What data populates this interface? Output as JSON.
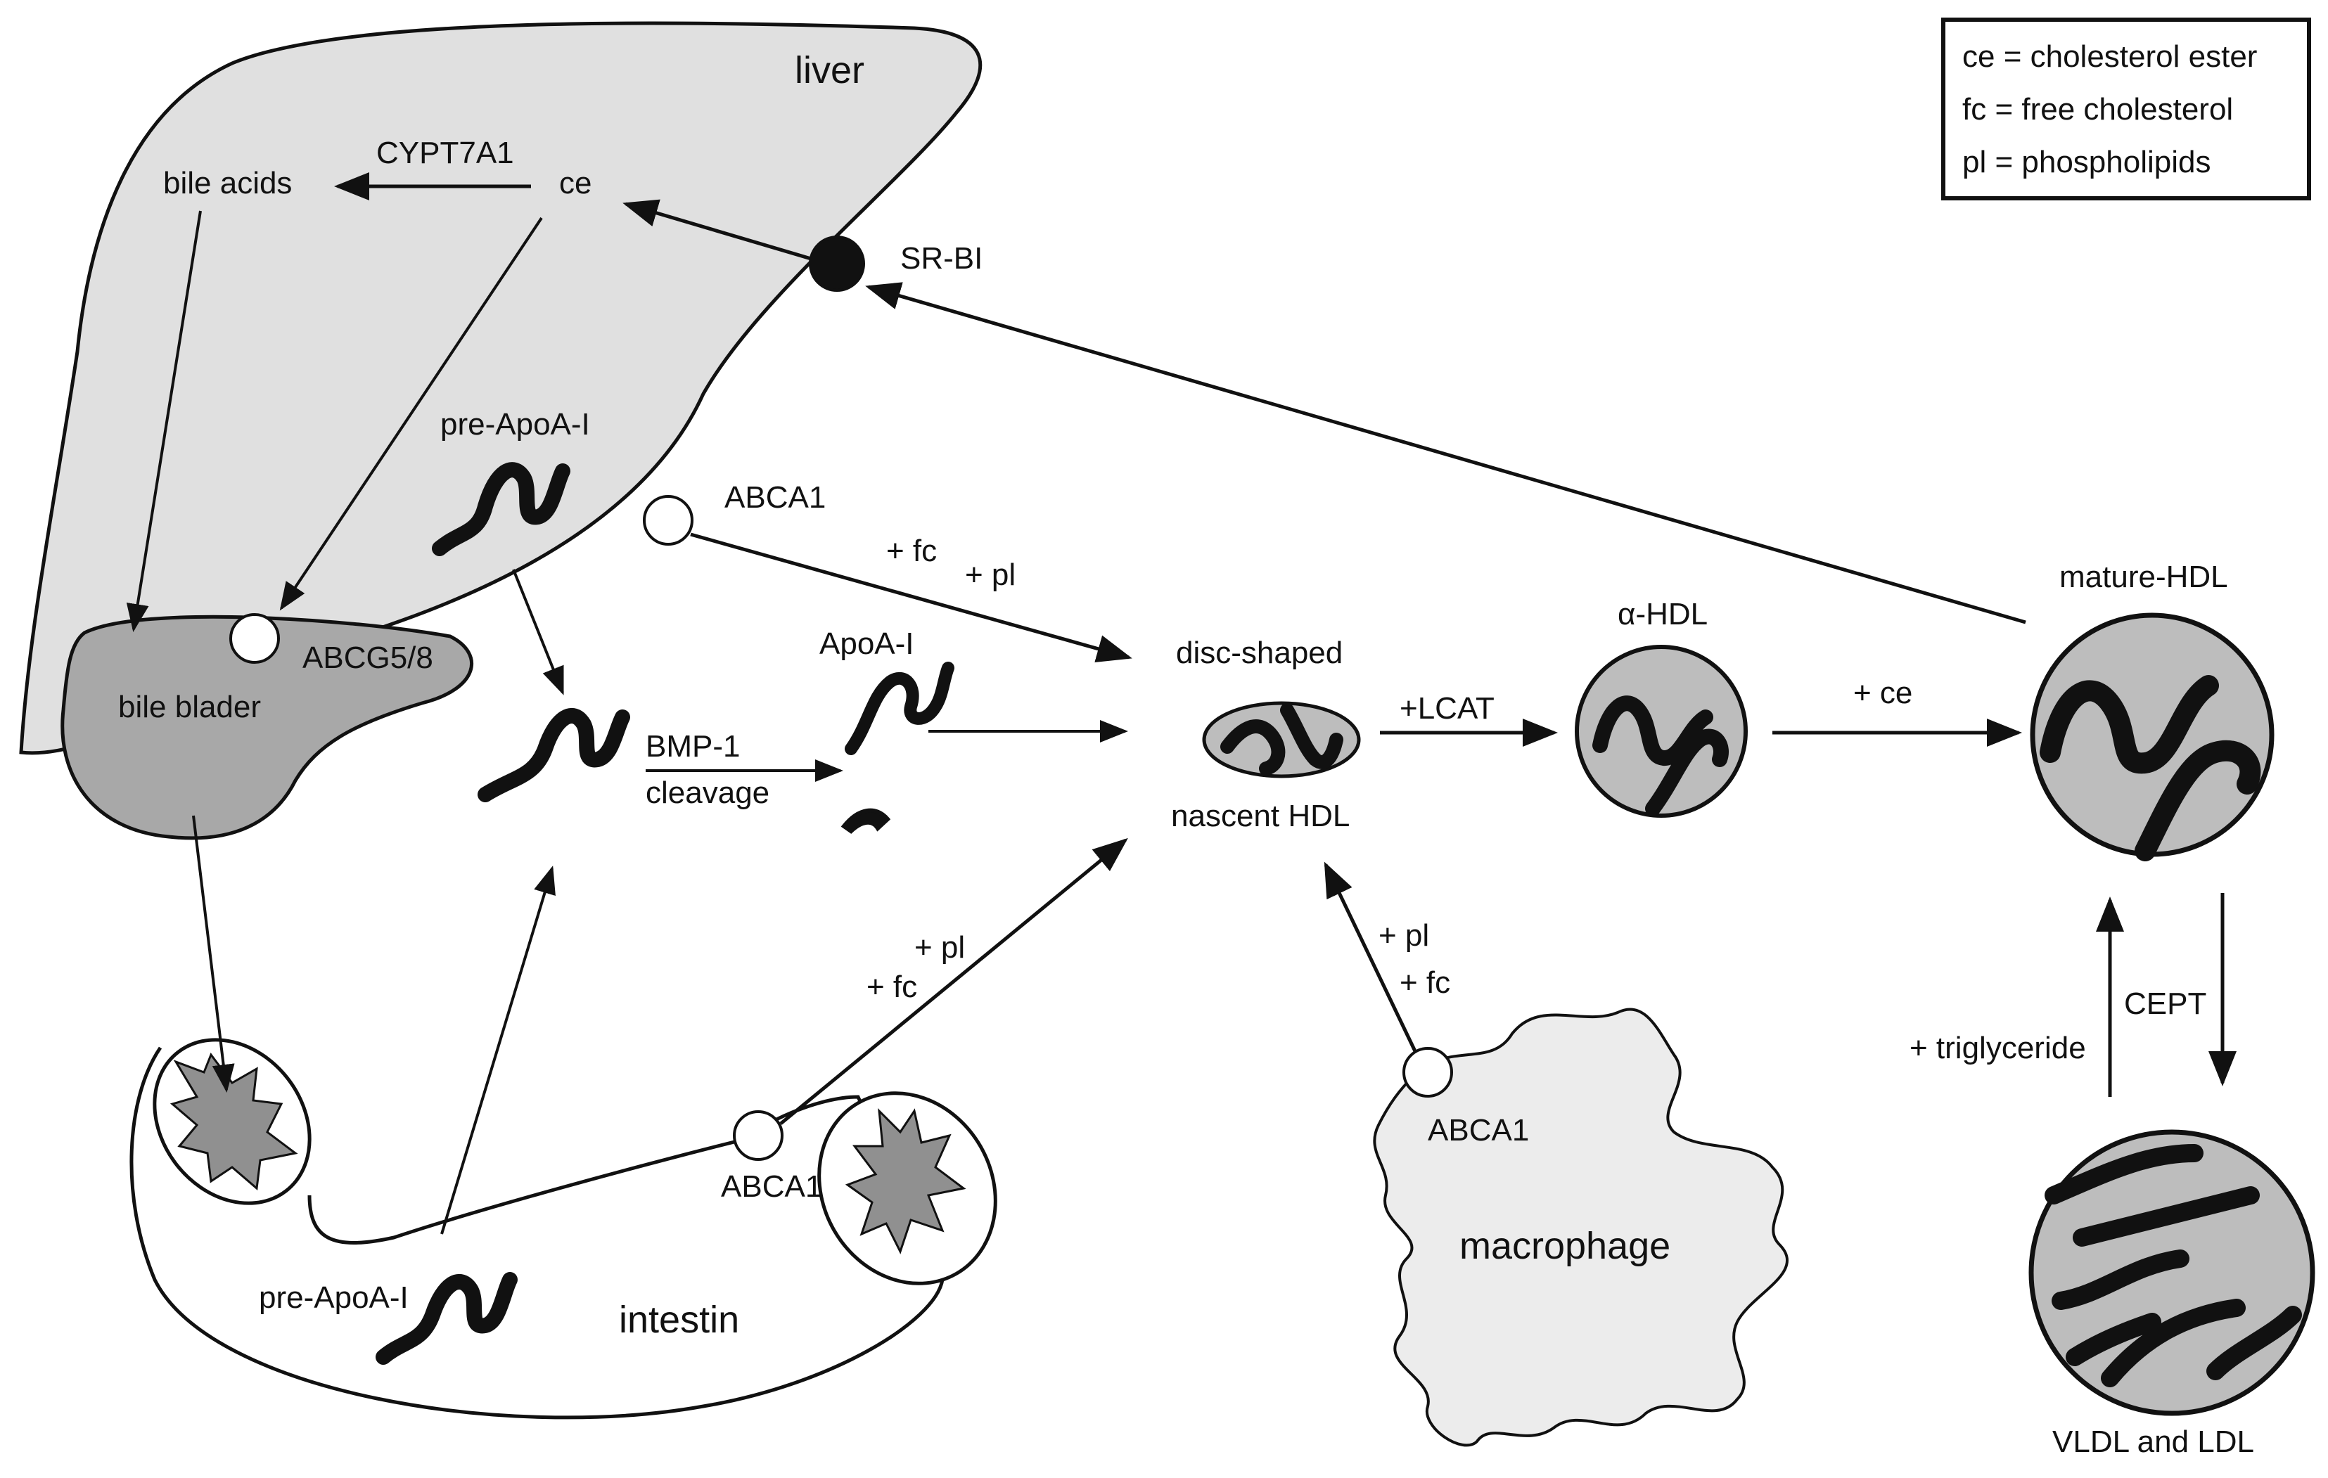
{
  "colors": {
    "liver": "#e0e0e0",
    "bile_bladder": "#a8a8a8",
    "particle": "#bdbdbd",
    "macrophage": "#ececec",
    "ink": "#111111"
  },
  "legend": {
    "ce": "ce = cholesterol ester",
    "fc": "fc = free cholesterol",
    "pl": "pl = phospholipids"
  },
  "organs": {
    "liver": "liver",
    "bile_bladder": "bile blader",
    "intestine": "intestin",
    "macrophage": "macrophage"
  },
  "liver": {
    "bile_acids": "bile acids",
    "cypt7a1": "CYPT7A1",
    "ce": "ce",
    "sr_bi": "SR-BI",
    "pre_apoa1": "pre-ApoA-I",
    "abca1": "ABCA1",
    "abcg5_8": "ABCG5/8"
  },
  "processing": {
    "apoa1": "ApoA-I",
    "bmp1": "BMP-1",
    "cleavage": "cleavage"
  },
  "flows": {
    "liver_fc": "+ fc",
    "liver_pl": "+ pl",
    "intestine_pl": "+ pl",
    "intestine_fc": "+ fc",
    "macrophage_pl": "+ pl",
    "macrophage_fc": "+ fc",
    "lcat": "+LCAT",
    "ce_gain": "+ ce",
    "cept": "CEPT",
    "triglyceride": "+ triglyceride"
  },
  "particles": {
    "disc_shaped": "disc-shaped",
    "nascent_hdl": "nascent HDL",
    "alpha_hdl": "α-HDL",
    "mature_hdl": "mature-HDL",
    "vldl_ldl": "VLDL and LDL"
  },
  "intestine": {
    "abca1": "ABCA1",
    "pre_apoa1": "pre-ApoA-I"
  },
  "macrophage": {
    "abca1": "ABCA1"
  }
}
